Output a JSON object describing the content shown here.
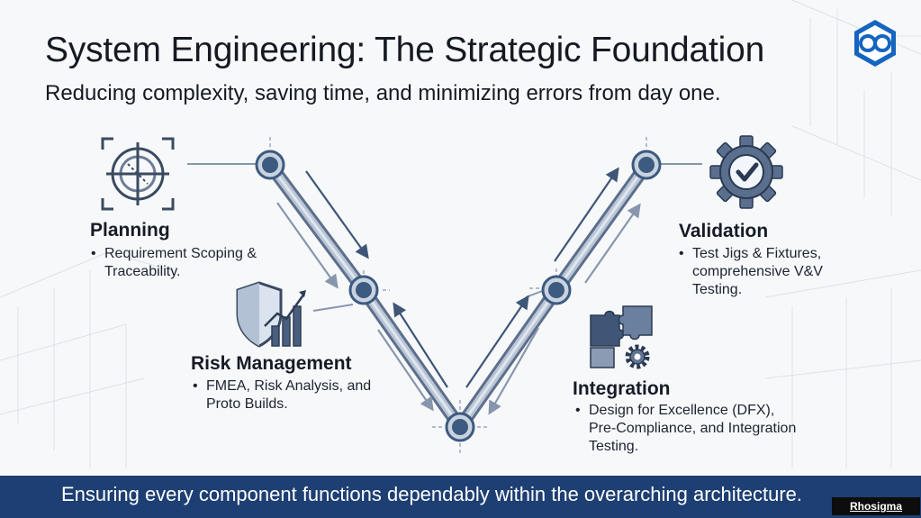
{
  "header": {
    "title": "System Engineering: The Strategic Foundation",
    "subtitle": "Reducing complexity, saving time, and minimizing errors from day one."
  },
  "stages": {
    "planning": {
      "heading": "Planning",
      "bullet": "Requirement Scoping & Traceability.",
      "icon": "target-crosshair-icon"
    },
    "risk": {
      "heading": "Risk Management",
      "bullet": "FMEA, Risk Analysis, and Proto Builds.",
      "icon": "shield-chart-icon"
    },
    "integration": {
      "heading": "Integration",
      "bullet": "Design for Excellence (DFX), Pre-Compliance, and Integration Testing.",
      "icon": "puzzle-gear-icon"
    },
    "validation": {
      "heading": "Validation",
      "bullet": "Test Jigs & Fixtures, comprehensive V&V Testing.",
      "icon": "gear-check-icon"
    }
  },
  "footer": {
    "text": "Ensuring every component functions dependably within the overarching architecture.",
    "badge": "Rhosigma"
  },
  "colors": {
    "footer_bg": "#1d3f73",
    "node": "#3d5a80",
    "v_shape": "#8a9bb3",
    "logo": "#1565c0"
  }
}
